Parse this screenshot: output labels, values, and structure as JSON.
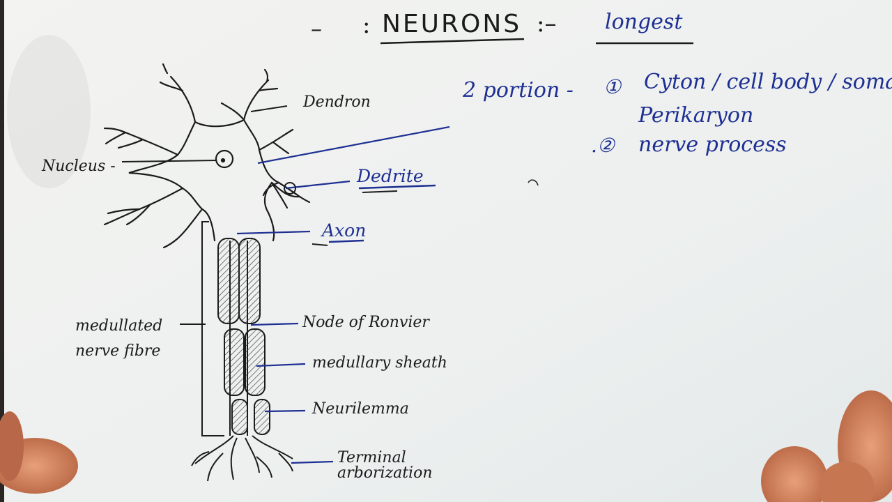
{
  "title": {
    "dash_left": "–",
    "colon": ":",
    "main": "NEURONS",
    "separator": ":–",
    "note": "longest"
  },
  "right_notes": {
    "portion": "2 portion -",
    "item1_number": "①",
    "item1_text": "Cyton / cell body / soma",
    "item1_text_line2": "Perikaryon",
    "item2_number": ".②",
    "item2_text": "nerve process"
  },
  "diagram_labels": {
    "dendron": "Dendron",
    "nucleus": "Nucleus -",
    "dendrite": "Dedrite",
    "axon": "Axon",
    "medullated_line1": "medullated",
    "medullated_line2": "nerve fibre",
    "node": "Node of Ronvier",
    "sheath": "medullary sheath",
    "neurilemma": "Neurilemma",
    "terminal_line1": "Terminal",
    "terminal_line2": "arborization"
  },
  "colors": {
    "paper": "#eef0ef",
    "ink_black": "#1b1b1b",
    "ink_blue": "#1d2f92",
    "skin": "#d98a66"
  }
}
